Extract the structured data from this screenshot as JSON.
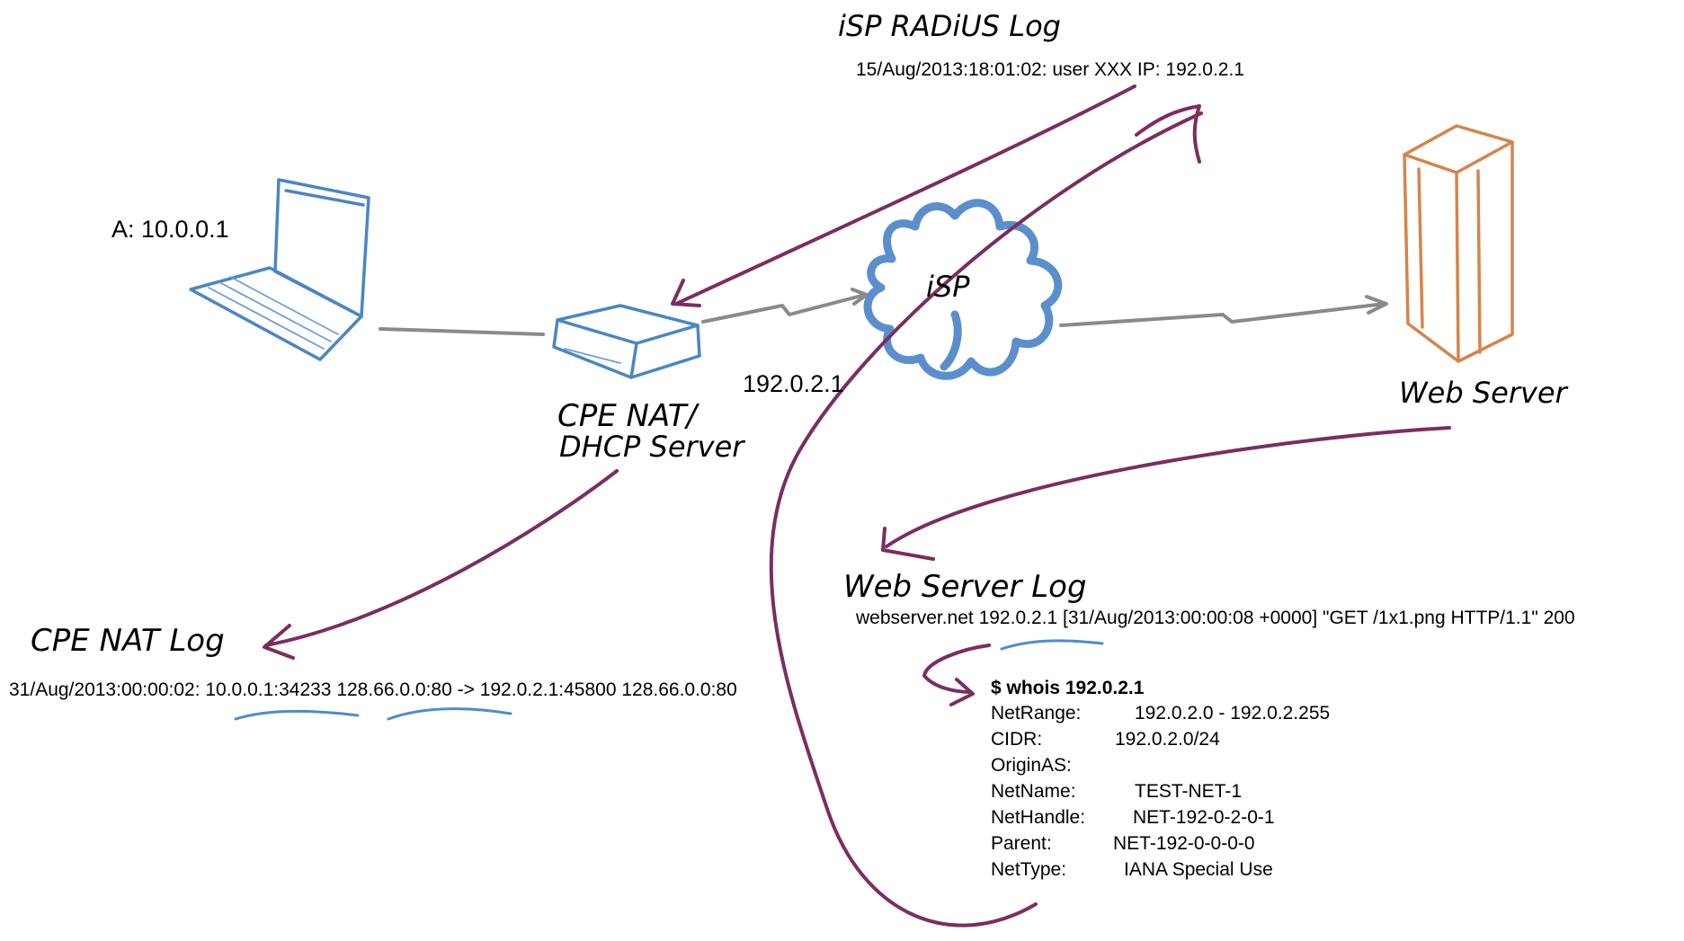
{
  "labels": {
    "isp_radius_log_title": "iSP RADiUS Log",
    "isp_radius_log_entry": "15/Aug/2013:18:01:02: user XXX IP: 192.0.2.1",
    "laptop_label": "A: 10.0.0.1",
    "cpe_line1": "CPE NAT/",
    "cpe_line2": "DHCP Server",
    "isp_cloud_label": "iSP",
    "public_ip": "192.0.2.1",
    "web_server_label": "Web Server",
    "web_server_log_title": "Web Server Log",
    "web_server_log_entry": "webserver.net 192.0.2.1 [31/Aug/2013:00:00:08 +0000] \"GET /1x1.png HTTP/1.1\" 200",
    "cpe_nat_log_title": "CPE NAT Log",
    "cpe_nat_log_entry": "31/Aug/2013:00:00:02: 10.0.0.1:34233 128.66.0.0:80 -> 192.0.2.1:45800 128.66.0.0:80"
  },
  "whois": {
    "command": "$ whois 192.0.2.1",
    "rows": [
      {
        "key": "NetRange:",
        "value": "192.0.2.0 - 192.0.2.255"
      },
      {
        "key": "CIDR:",
        "value": "192.0.2.0/24"
      },
      {
        "key": "OriginAS:",
        "value": ""
      },
      {
        "key": "NetName:",
        "value": "TEST-NET-1"
      },
      {
        "key": "NetHandle:",
        "value": "NET-192-0-2-0-1"
      },
      {
        "key": "Parent:",
        "value": "NET-192-0-0-0-0"
      },
      {
        "key": "NetType:",
        "value": "IANA Special Use"
      }
    ]
  },
  "colors": {
    "arrows": "#7b2d62",
    "links": "#8a8a8a",
    "network_devices": "#4b86c3",
    "web_server": "#d6844a"
  },
  "icons": {
    "laptop": "laptop-icon",
    "router": "router-icon",
    "cloud": "cloud-icon",
    "server": "server-icon"
  }
}
